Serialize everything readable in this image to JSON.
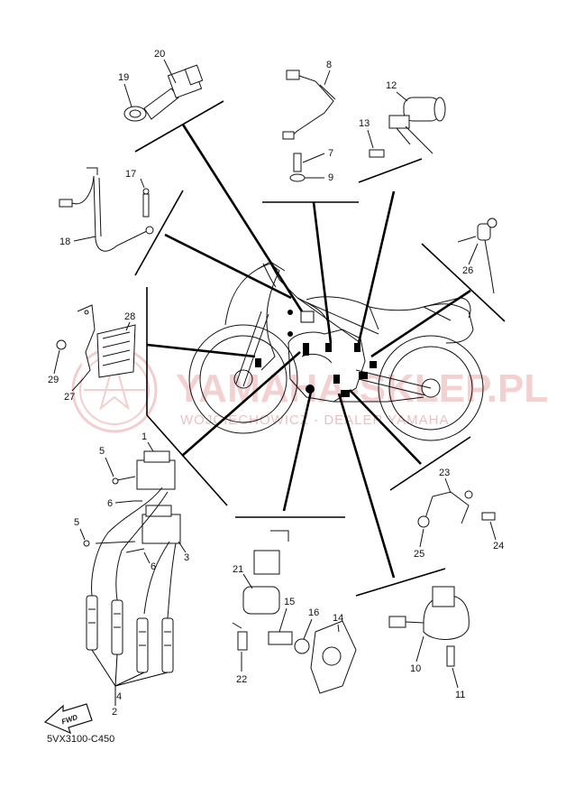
{
  "diagram": {
    "code": "5VX3100-C450",
    "fwd_label": "FWD",
    "watermark": {
      "brand": "YAMAHA",
      "line1": "YAMAHA-SKLEP.PL",
      "line2": "WOJCIECHOWICZ - DEALER YAMAHA"
    },
    "callouts": [
      "1",
      "2",
      "3",
      "4",
      "5",
      "5",
      "6",
      "6",
      "7",
      "8",
      "9",
      "10",
      "11",
      "12",
      "13",
      "14",
      "15",
      "16",
      "17",
      "18",
      "19",
      "20",
      "21",
      "22",
      "23",
      "24",
      "25",
      "26",
      "27",
      "28",
      "29"
    ]
  }
}
